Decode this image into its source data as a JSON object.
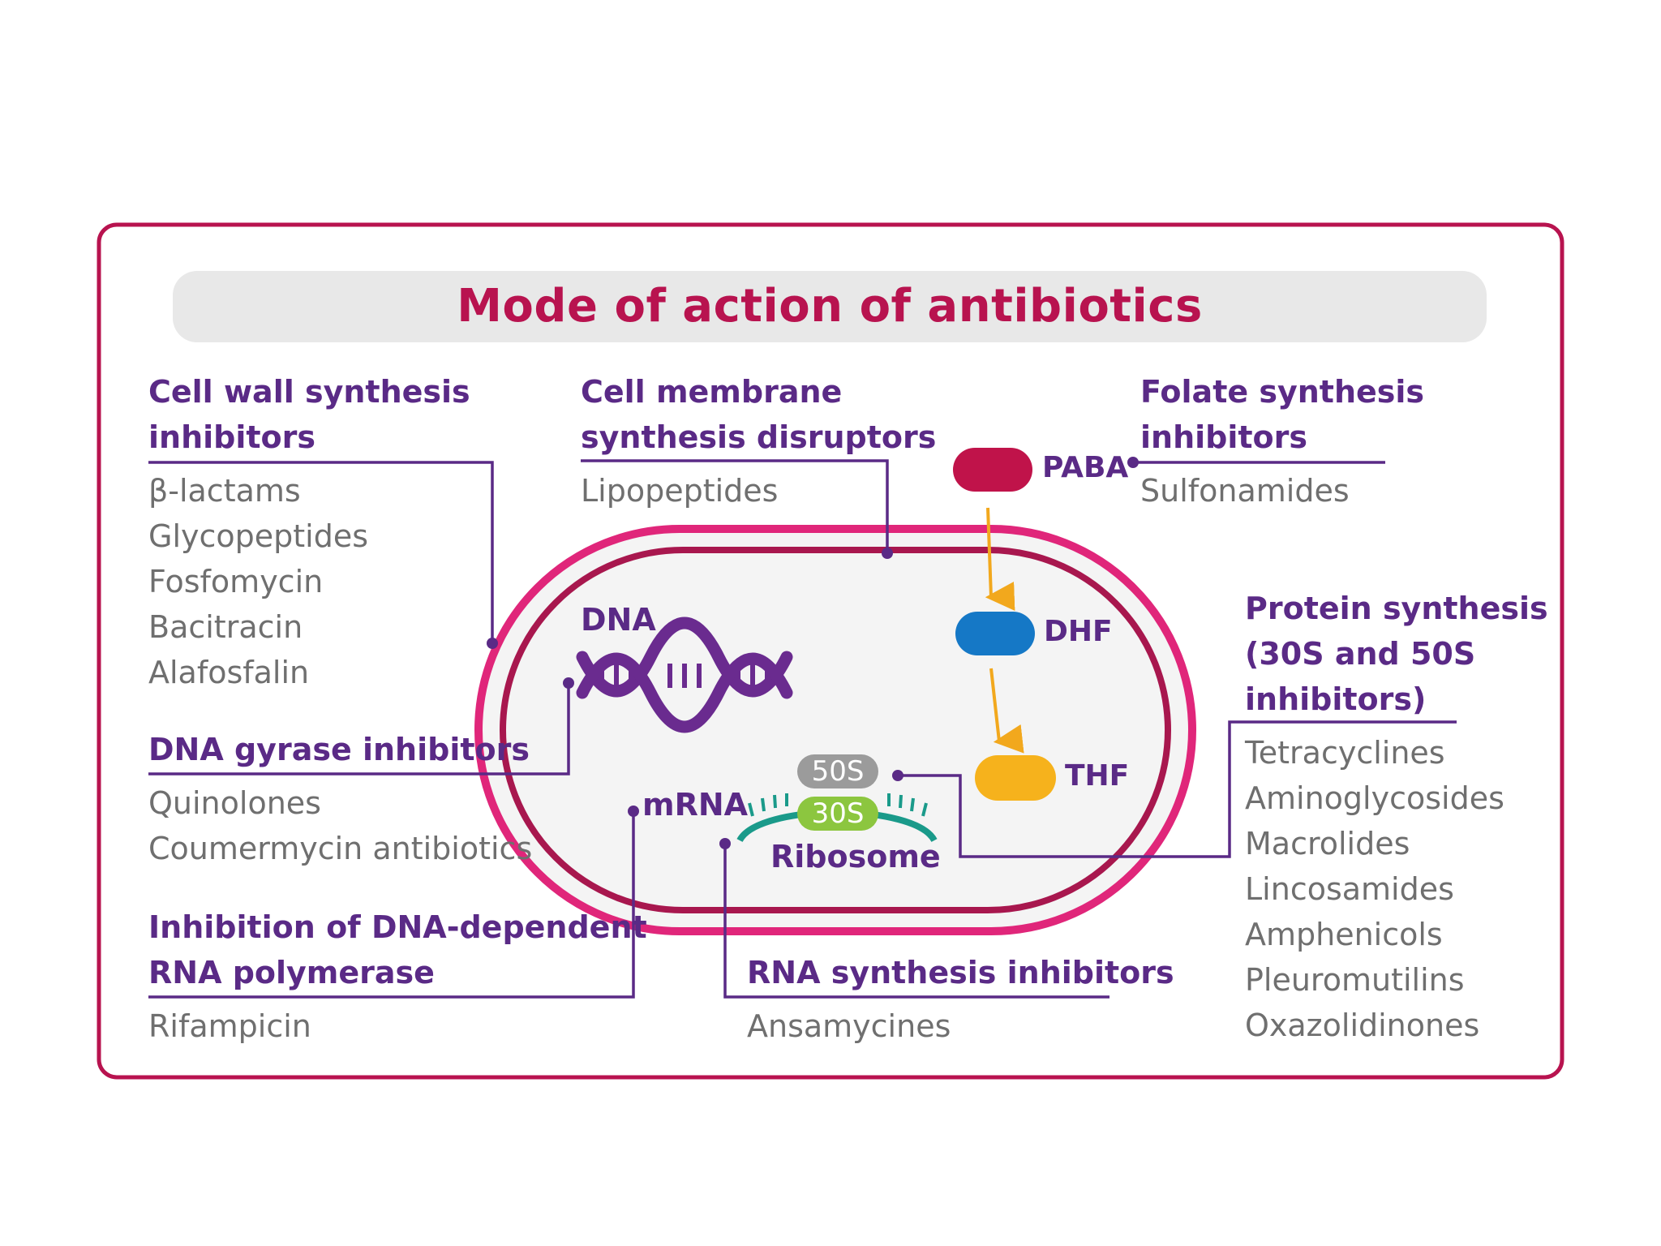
{
  "title": "Mode of action of antibiotics",
  "groups": {
    "cell_wall": {
      "heading": [
        "Cell wall synthesis",
        "inhibitors"
      ],
      "items": [
        "β-lactams",
        "Glycopeptides",
        "Fosfomycin",
        "Bacitracin",
        "Alafosfalin"
      ]
    },
    "cell_membrane": {
      "heading": [
        "Cell membrane",
        "synthesis disruptors"
      ],
      "items": [
        "Lipopeptides"
      ]
    },
    "folate": {
      "heading": [
        "Folate synthesis",
        "inhibitors"
      ],
      "items": [
        "Sulfonamides"
      ]
    },
    "dna_gyrase": {
      "heading": [
        "DNA gyrase inhibitors"
      ],
      "items": [
        "Quinolones",
        "Coumermycin antibiotics"
      ]
    },
    "rna_polymerase": {
      "heading": [
        "Inhibition of DNA-dependent",
        "RNA polymerase"
      ],
      "items": [
        "Rifampicin"
      ]
    },
    "rna_synthesis": {
      "heading": [
        "RNA synthesis inhibitors"
      ],
      "items": [
        "Ansamycines"
      ]
    },
    "protein_synthesis": {
      "heading": [
        "Protein synthesis",
        "(30S and 50S",
        "inhibitors)"
      ],
      "items": [
        "Tetracyclines",
        "Aminoglycosides",
        "Macrolides",
        "Lincosamides",
        "Amphenicols",
        "Pleuromutilins",
        "Oxazolidinones"
      ]
    }
  },
  "cell": {
    "dna": "DNA",
    "mrna": "mRNA",
    "ribosome": "Ribosome",
    "subunit_50s": "50S",
    "subunit_30s": "30S",
    "paba": "PABA",
    "dhf": "DHF",
    "thf": "THF"
  },
  "colors": {
    "title": "#b8134f",
    "heading": "#5a2a86",
    "item": "#6f6f6f",
    "outer_frame": "#b8134f",
    "cell_outer_membrane": "#e0267a",
    "cell_inner_membrane": "#a8174e",
    "paba": "#c0134a",
    "dhf": "#1578c6",
    "thf": "#f6b21c",
    "arrow": "#f2a81d",
    "subunit_50s": "#9b9b9b",
    "subunit_30s": "#8cc63f",
    "ribosome_strand": "#1a9a8a"
  }
}
